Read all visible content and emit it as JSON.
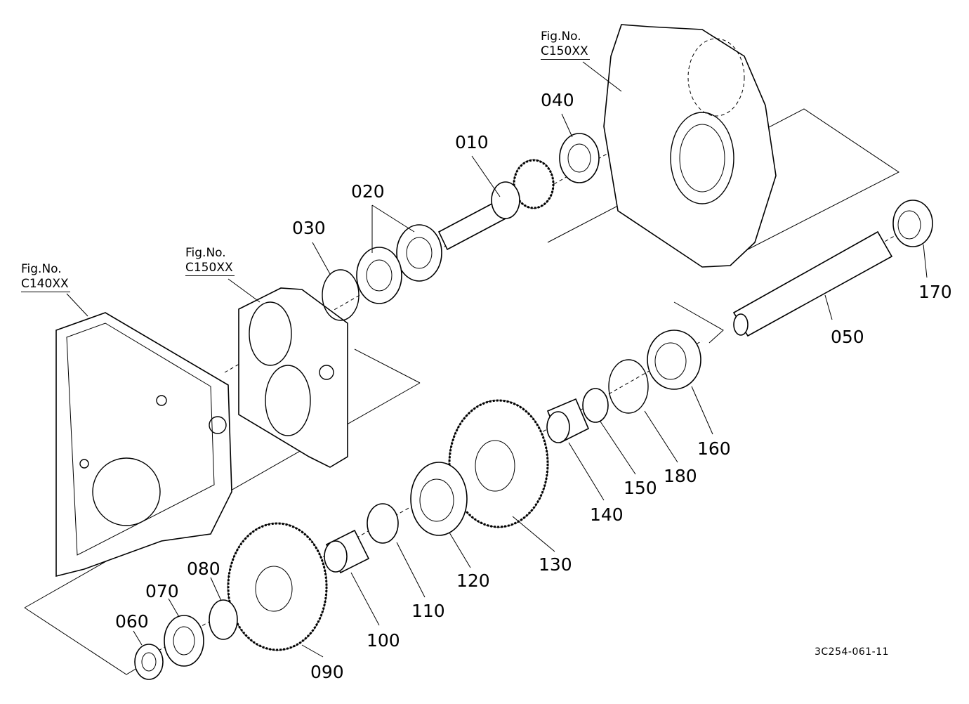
{
  "figure_refs": [
    {
      "prefix": "Fig.No.",
      "code": "C150XX"
    },
    {
      "prefix": "Fig.No.",
      "code": "C150XX"
    },
    {
      "prefix": "Fig.No.",
      "code": "C140XX"
    }
  ],
  "parts": [
    {
      "ref": "010"
    },
    {
      "ref": "020"
    },
    {
      "ref": "030"
    },
    {
      "ref": "040"
    },
    {
      "ref": "050"
    },
    {
      "ref": "060"
    },
    {
      "ref": "070"
    },
    {
      "ref": "080"
    },
    {
      "ref": "090"
    },
    {
      "ref": "100"
    },
    {
      "ref": "110"
    },
    {
      "ref": "120"
    },
    {
      "ref": "130"
    },
    {
      "ref": "140"
    },
    {
      "ref": "150"
    },
    {
      "ref": "160"
    },
    {
      "ref": "170"
    },
    {
      "ref": "180"
    }
  ],
  "drawing_id": "3C254-061-11"
}
